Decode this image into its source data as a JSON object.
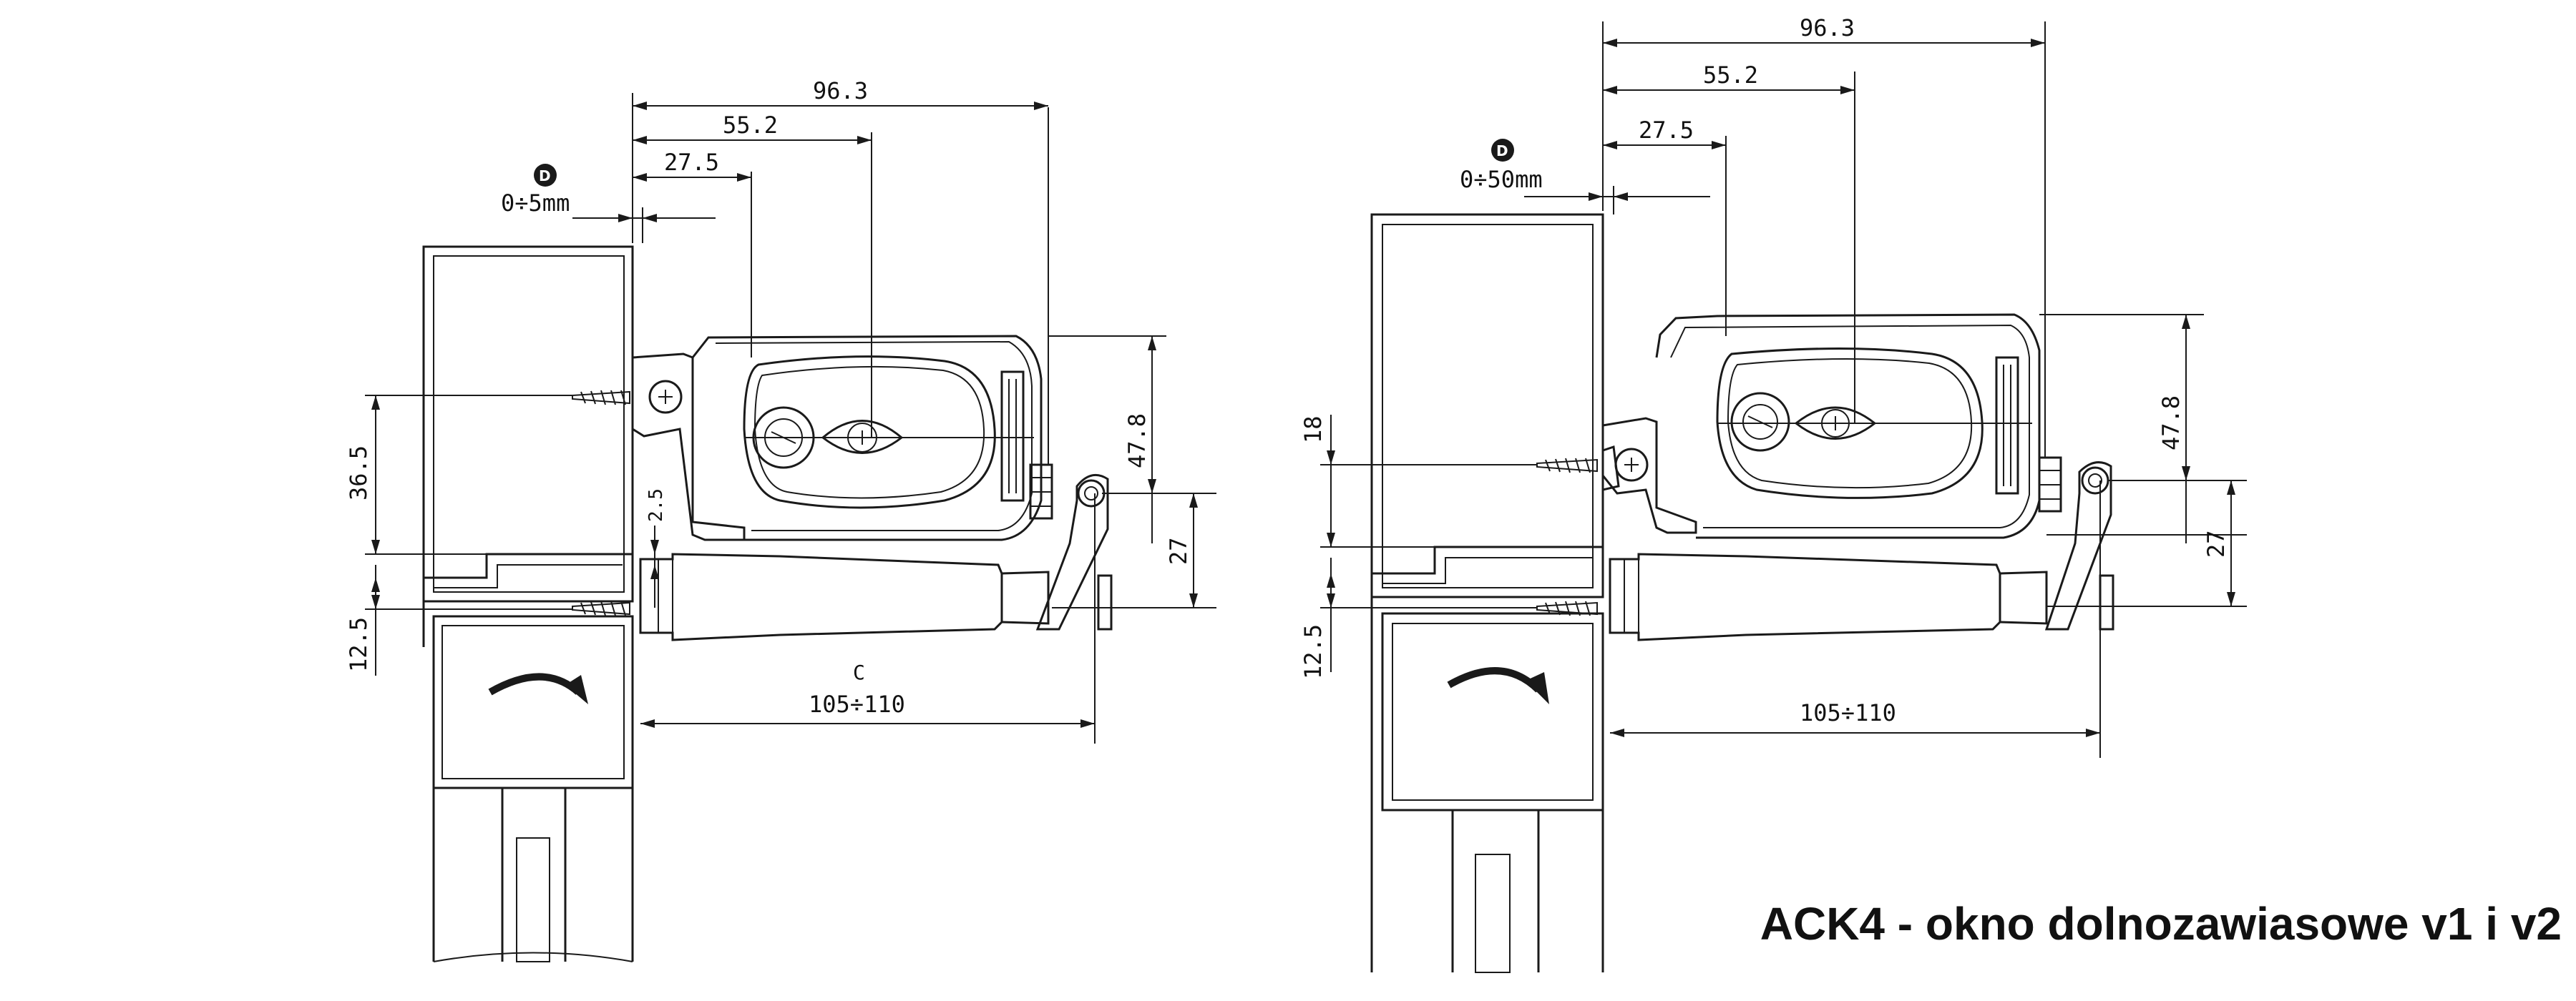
{
  "title": "ACK4 - okno dolnozawiasowe v1 i v2",
  "left_view": {
    "dims": {
      "d1": "96.3",
      "d2": "55.2",
      "d3": "27.5",
      "gap_symbol": "D",
      "gap": "0÷5mm",
      "h1": "36.5",
      "h2": "12.5",
      "h3": "2.5",
      "h4": "47.8",
      "h5": "27",
      "c_symbol": "C",
      "span": "105÷110"
    }
  },
  "right_view": {
    "dims": {
      "d1": "96.3",
      "d2": "55.2",
      "d3": "27.5",
      "gap_symbol": "D",
      "gap": "0÷50mm",
      "h1": "18",
      "h2": "12.5",
      "h4": "47.8",
      "h5": "27",
      "span": "105÷110"
    }
  },
  "colors": {
    "line": "#1a1a1a",
    "background": "#ffffff"
  }
}
